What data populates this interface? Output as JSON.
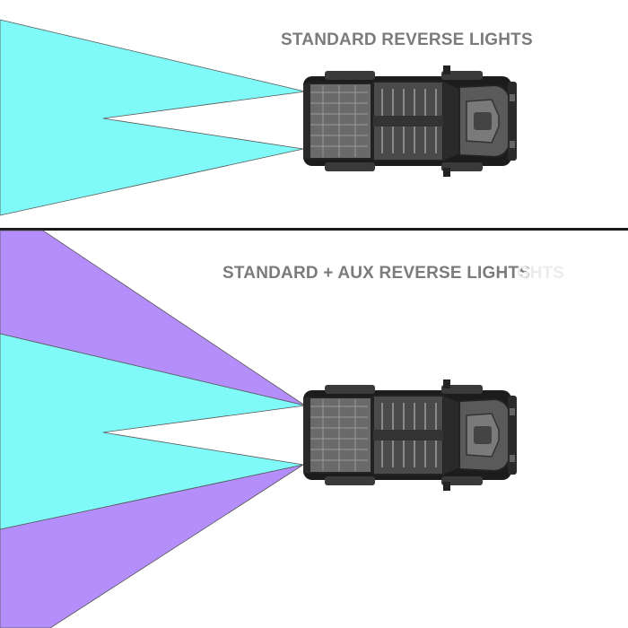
{
  "panels": {
    "top": {
      "title": "STANDARD REVERSE LIGHTS"
    },
    "bottom": {
      "title": "STANDARD + AUX REVERSE LIGHTS",
      "ghost": "GHTS"
    }
  },
  "colors": {
    "standard_beam": "#7ffaf8",
    "aux_beam": "#b48ffc",
    "divider": "#1a1a1a",
    "truck_body": "#3a3a3a",
    "truck_panel": "#8a8a8a",
    "truck_dark": "#1c1c1c"
  },
  "icons": {
    "vehicle": "pickup-truck-top-view-icon"
  }
}
